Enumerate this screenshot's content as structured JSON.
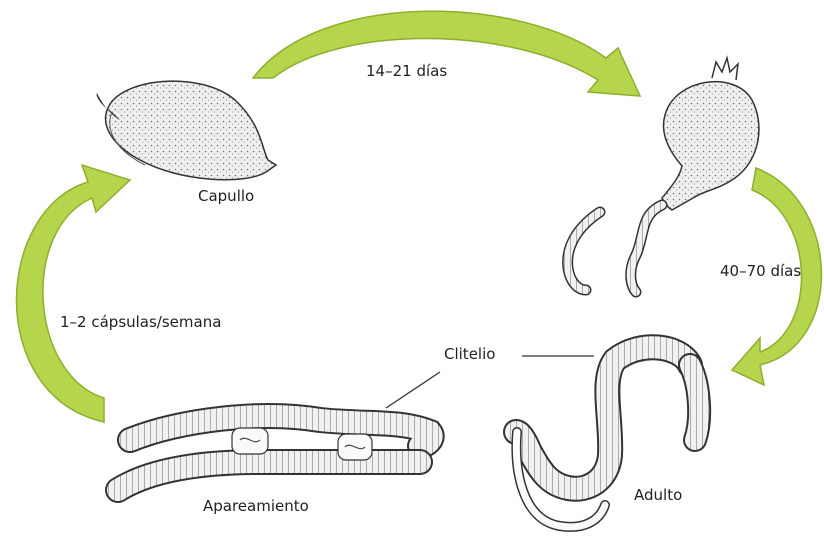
{
  "labels": {
    "cocoon": "Capullo",
    "incubation": "14–21 días",
    "maturation": "40–70 días",
    "capsules": "1–2 cápsulas/semana",
    "clitellum": "Clitelio",
    "mating": "Apareamiento",
    "adult": "Adulto"
  },
  "colors": {
    "arrow_fill": "#b5d64c",
    "arrow_stroke": "#8fae2e",
    "drawing_stroke": "#333333",
    "drawing_fill": "#ececec",
    "text": "#222222"
  }
}
